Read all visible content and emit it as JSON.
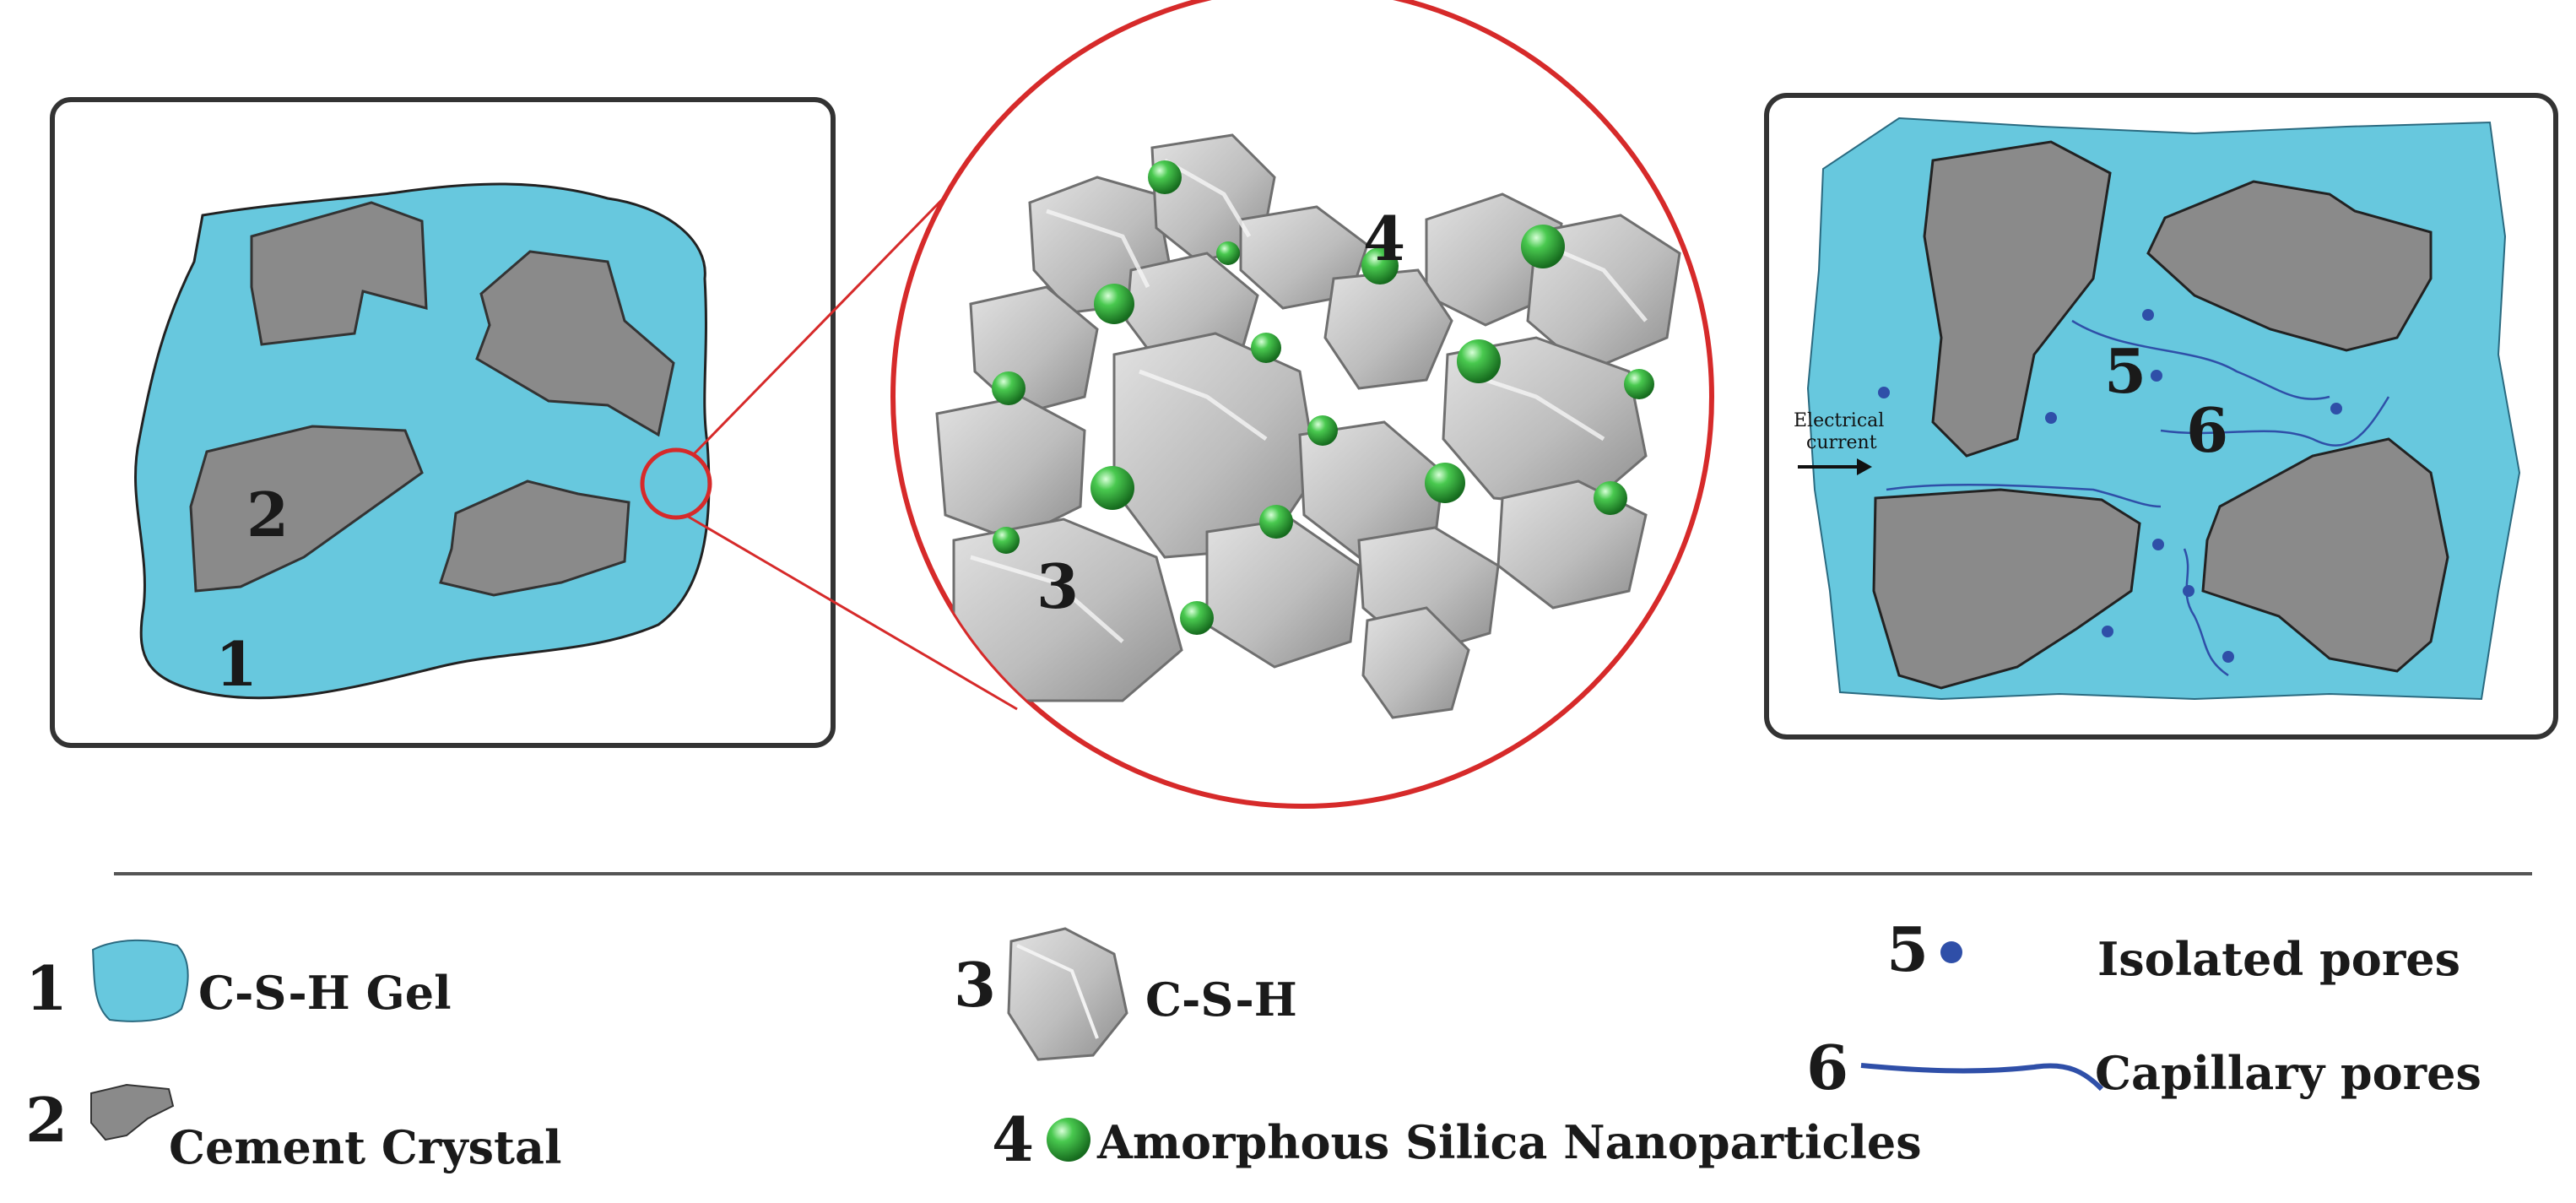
{
  "colors": {
    "gel": "#67c8de",
    "crystal": "#8a8a8a",
    "csh_light": "#c9c9c9",
    "csh_dark": "#9a9a9a",
    "nano": "#2fae3c",
    "pore": "#2f4fa8",
    "zoom": "#d62a2a",
    "frame": "#333333"
  },
  "left_panel": {
    "gel_number": "1",
    "crystal_number": "2"
  },
  "zoom_panel": {
    "csh_number": "3",
    "nano_number": "4"
  },
  "right_panel": {
    "isolated_number": "5",
    "capillary_number": "6",
    "current_line1": "Electrical",
    "current_line2": "current"
  },
  "legend": {
    "items": [
      {
        "number": "1",
        "label": "C-S-H Gel"
      },
      {
        "number": "2",
        "label": "Cement Crystal"
      },
      {
        "number": "3",
        "label": "C-S-H"
      },
      {
        "number": "4",
        "label": "Amorphous Silica Nanoparticles"
      },
      {
        "number": "5",
        "label": "Isolated pores"
      },
      {
        "number": "6",
        "label": "Capillary pores"
      }
    ]
  }
}
